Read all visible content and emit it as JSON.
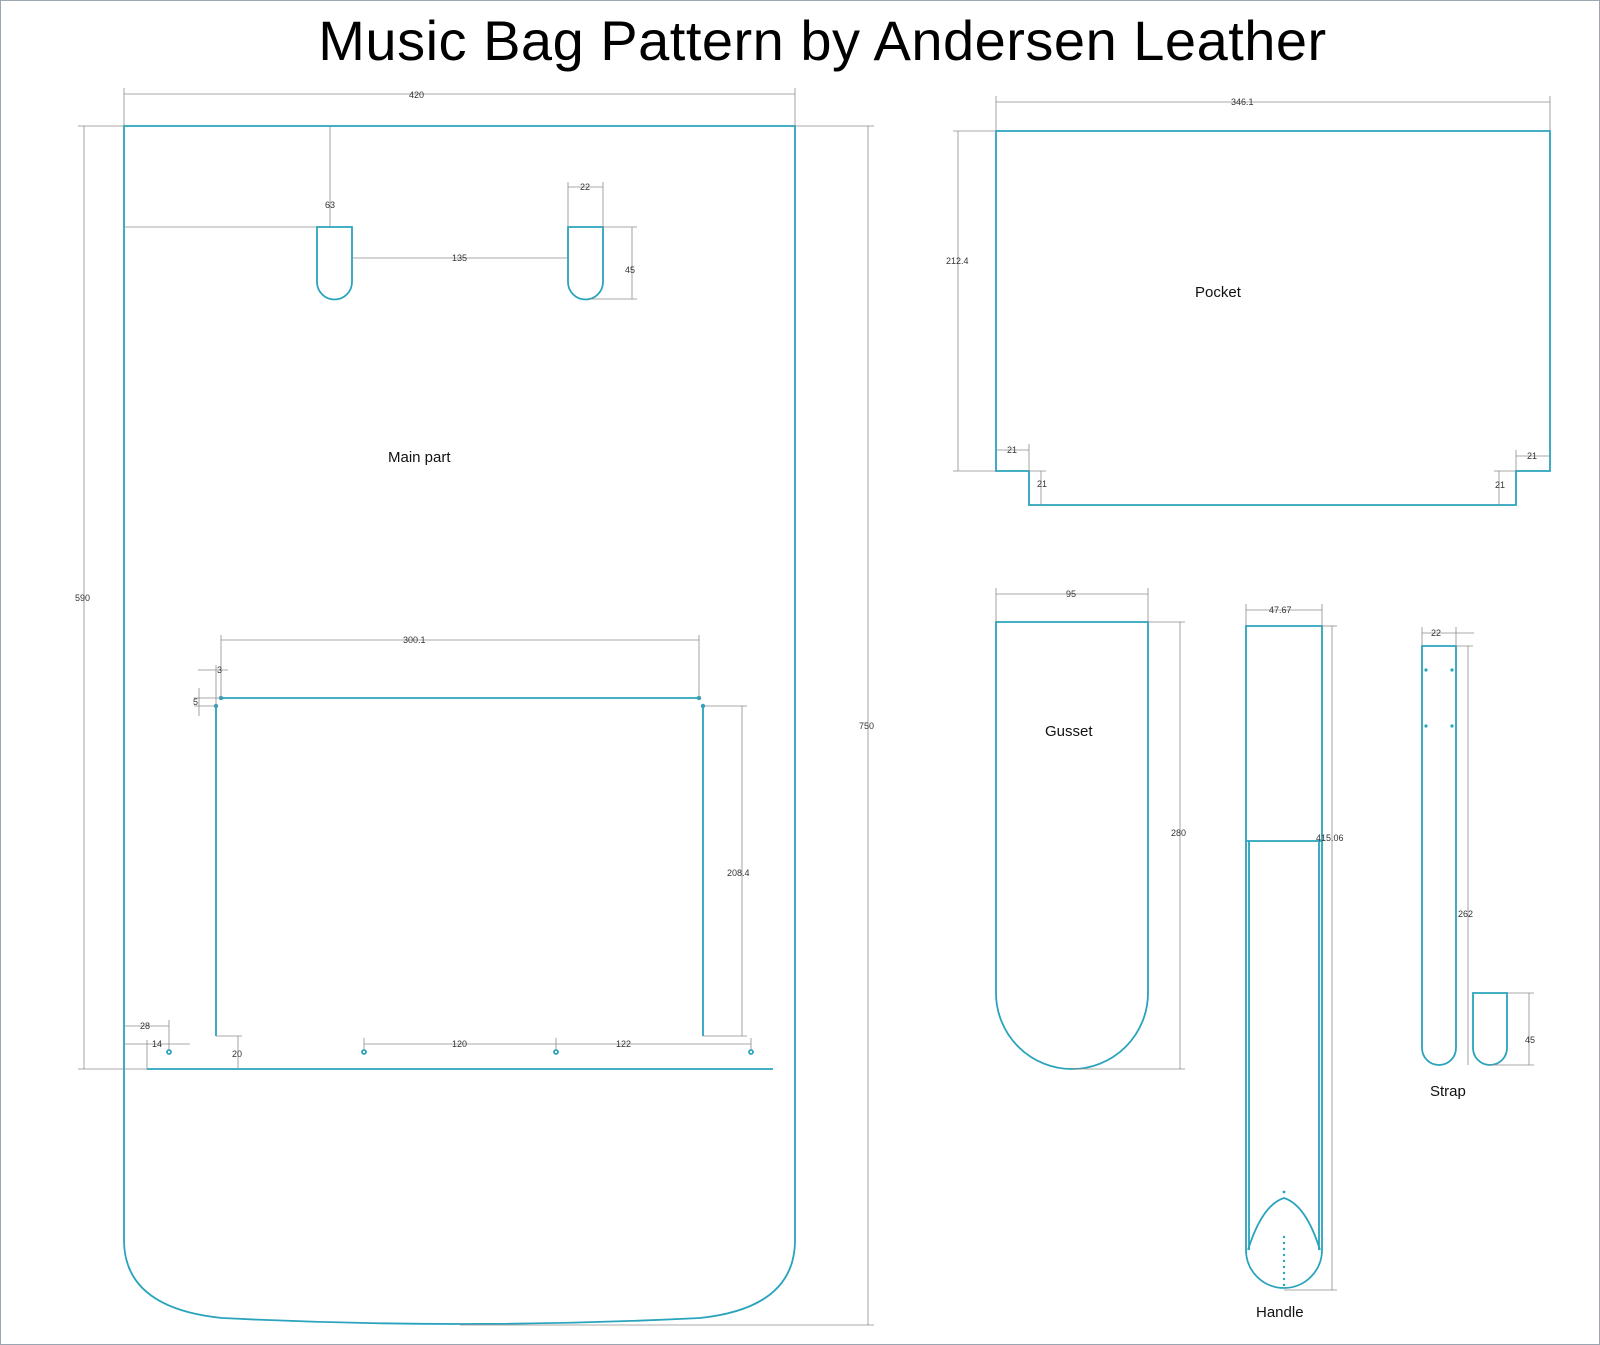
{
  "title": "Music Bag Pattern by Andersen Leather",
  "colors": {
    "pattern_line": "#2aa3bd",
    "dimension_line": "#8c8c8c",
    "text": "#111111"
  },
  "labels": {
    "main_part": "Main part",
    "pocket": "Pocket",
    "gusset": "Gusset",
    "handle": "Handle",
    "strap": "Strap"
  },
  "dimensions": {
    "main_width": "420",
    "main_height_total": "750",
    "main_height_to_fold": "590",
    "slot_offset_top": "63",
    "slot_width": "22",
    "slot_spacing": "135",
    "slot_height": "45",
    "window_width": "300.1",
    "window_inset": "3",
    "window_top_offset": "5",
    "window_height": "208.4",
    "bottom_edge_offset": "28",
    "hole_offset": "14",
    "window_bottom_gap": "20",
    "hole_spacing_a": "120",
    "hole_spacing_b": "122",
    "pocket_width": "346.1",
    "pocket_height": "212.4",
    "pocket_notch_left_w": "21",
    "pocket_notch_right_w": "21",
    "pocket_notch_left_h": "21",
    "pocket_notch_right_h": "21",
    "gusset_width": "95",
    "gusset_height": "280",
    "handle_width": "47.67",
    "handle_height": "415.06",
    "strap_width": "22",
    "strap_height": "262",
    "strap_tab_height": "45"
  }
}
